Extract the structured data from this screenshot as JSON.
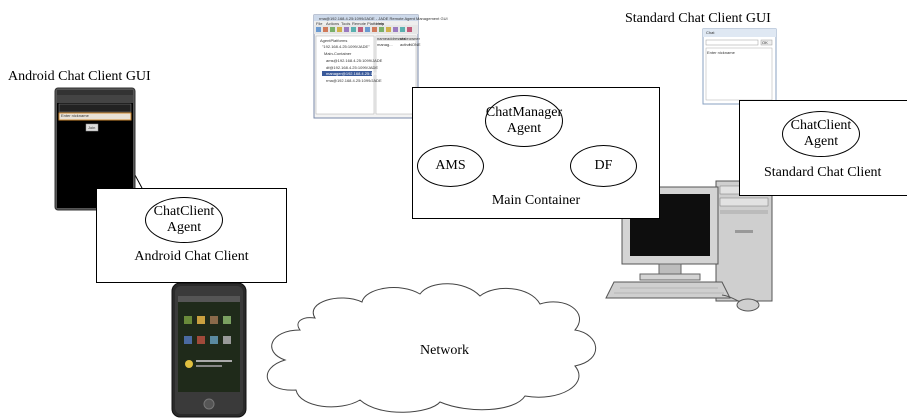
{
  "labels": {
    "android_gui": "Android Chat Client GUI",
    "standard_gui": "Standard Chat Client GUI",
    "network": "Network"
  },
  "android_container": {
    "agent_line1": "ChatClient",
    "agent_line2": "Agent",
    "caption": "Android Chat Client"
  },
  "main_container": {
    "manager_line1": "ChatManager",
    "manager_line2": "Agent",
    "ams": "AMS",
    "df": "DF",
    "caption": "Main Container"
  },
  "standard_container": {
    "agent_line1": "ChatClient",
    "agent_line2": "Agent",
    "caption": "Standard Chat Client"
  },
  "android_screen": {
    "field_text": "Enter nickname",
    "button": "Join"
  },
  "standard_window": {
    "title": "Chat",
    "field_text": "Enter nickname",
    "button": "OK"
  },
  "rma_window": {
    "title": "rma@192.168.4.25:1099/JADE - JADE Remote Agent Management GUI",
    "menu": [
      "File",
      "Actions",
      "Tools",
      "Remote Platforms",
      "Help"
    ],
    "tree": [
      "AgentPlatforms",
      "\"192.168.4.25:1099/JADE\"",
      "Main-Container",
      "ams@192.168.4.25:1099/JADE",
      "df@192.168.4.25:1099/JADE",
      "manager@192.168.4.25:1099/JADE",
      "rma@192.168.4.25:1099/JADE"
    ],
    "columns": [
      "name",
      "addresses",
      "state",
      "owner"
    ],
    "row": [
      "manag...",
      "",
      "active",
      "NONE"
    ]
  }
}
